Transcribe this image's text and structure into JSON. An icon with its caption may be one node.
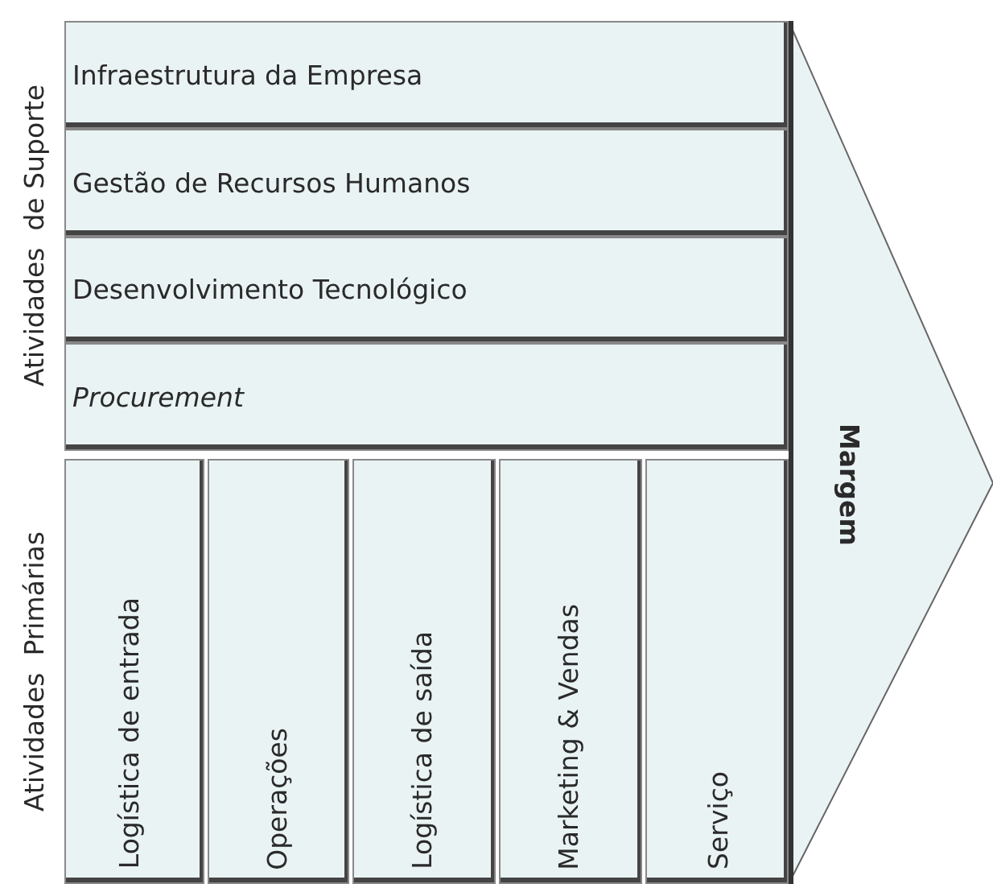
{
  "diagram": {
    "nodes": [
      {
        "text": [
          "Infraestrutura da Empresa"
        ]
      },
      {
        "text": [
          "Gestão de Recursos Humanos"
        ]
      },
      {
        "text": [
          "Desenvolvimento Tecnológico"
        ]
      },
      {
        "text": [
          "Procurement"
        ]
      },
      {
        "text": [
          "Logística de entrada"
        ]
      },
      {
        "text": [
          "Operações"
        ]
      },
      {
        "text": [
          "Logística de saída"
        ]
      },
      {
        "text": [
          "Marketing & Vendas"
        ]
      },
      {
        "text": [
          "Serviço"
        ]
      },
      {
        "text": [
          "Margem"
        ]
      }
    ],
    "labels": [
      "Atividades  de Suporte",
      "Atividades  Primárias"
    ]
  }
}
